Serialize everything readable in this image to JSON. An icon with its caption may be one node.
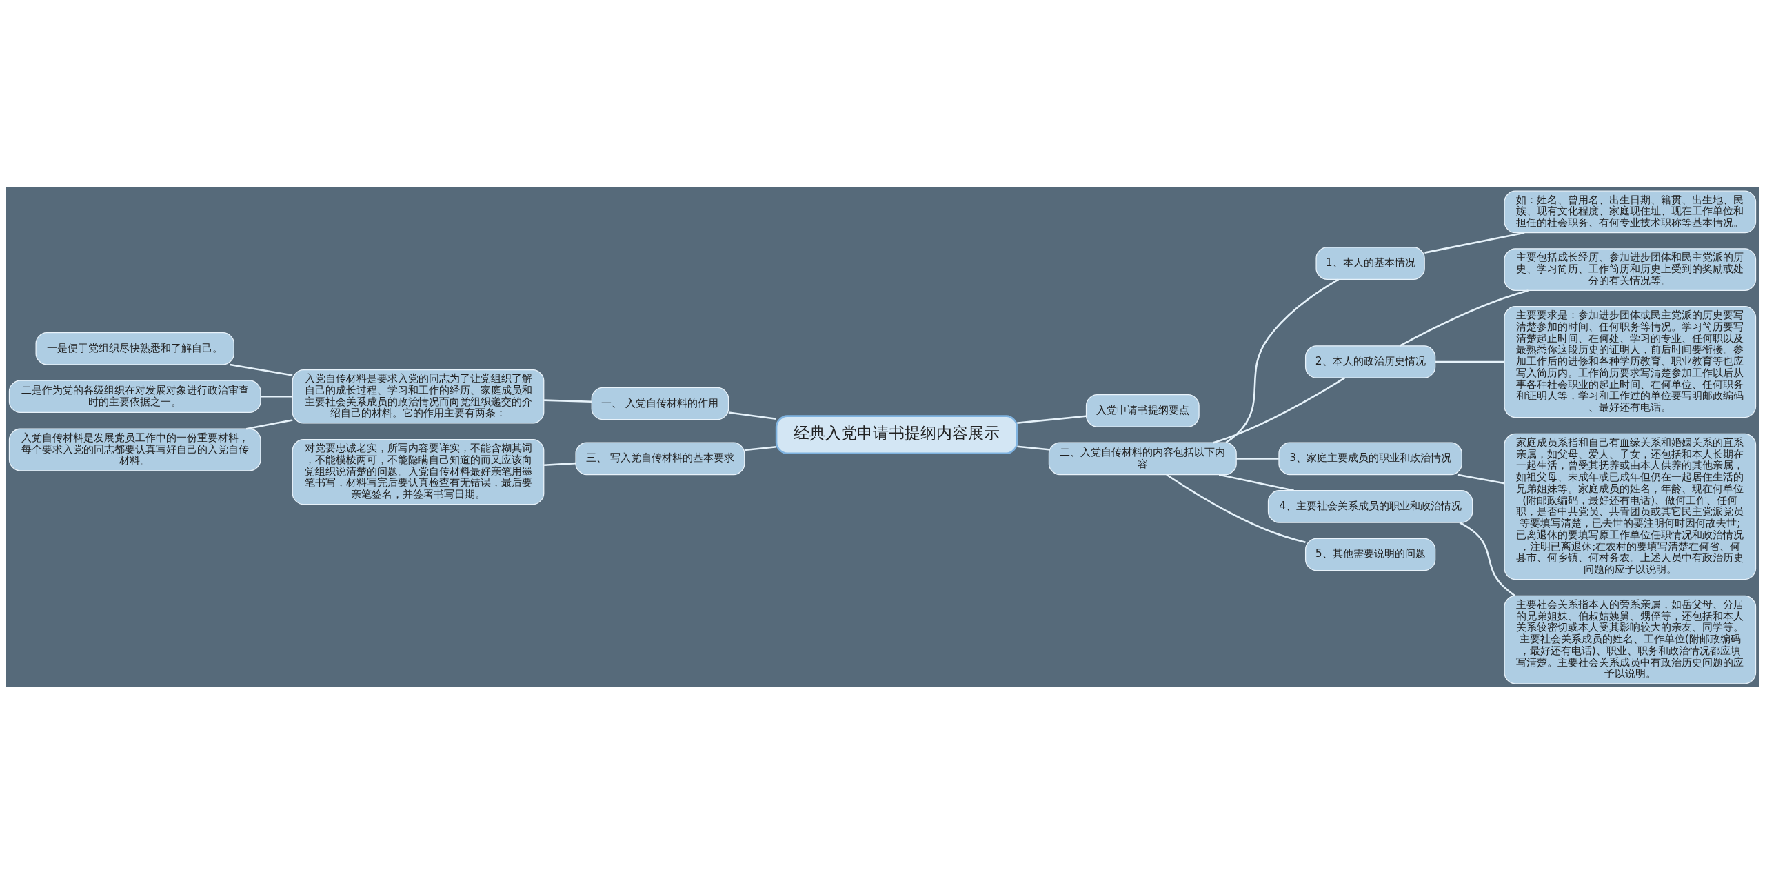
{
  "diagram": {
    "nodes": [
      {
        "text": [
          "经典入党申请书提纲内容展示"
        ]
      },
      {
        "text": [
          "入党申请书提纲要点"
        ]
      },
      {
        "text": [
          "二、入党自传材料的内容包括以下内容"
        ]
      },
      {
        "text": [
          "1、本人的基本情况"
        ]
      },
      {
        "text": [
          "如：姓名、曾用名、出生日期、籍贯、出生地、民族、现有文化程度、家庭现住址、现在工作单位和担任的社会职务、有何专业技术职称等基本情况。"
        ]
      },
      {
        "text": [
          "2、本人的政治历史情况"
        ]
      },
      {
        "text": [
          "主要包括成长经历、参加进步团体和民主党派的历史、学习简历、工作简历和历史上受到的奖励或处分的有关情况等。"
        ]
      },
      {
        "text": [
          "主要要求是：参加进步团体或民主党派的历史要写清楚参加的时间、任何职务等情况。学习简历要写清楚起止时间、在何处、学习的专业、任何职以及最熟悉你这段历史的证明人，前后时间要衔接。参加工作后的进修和各种学历教育、职业教育等也应写入简历内。工作简历要求写清楚参加工作以后从事各种社会职业的起止时间、在何单位、任何职务和证明人等，学习和工作过的单位要写明邮政编码、最好还有电话。"
        ]
      },
      {
        "text": [
          "3、家庭主要成员的职业和政治情况"
        ]
      },
      {
        "text": [
          "家庭成员系指和自己有血缘关系和婚姻关系的直系亲属，如父母、爱人、子女，还包括和本人长期在一起生活，曾受其抚养或由本人供养的其他亲属，如祖父母、未成年或已成年但仍在一起居住生活的兄弟姐妹等。家庭成员的姓名，年龄、现在何单位(附邮政编码，最好还有电话)、做何工作、任何职，是否中共党员、共青团员或其它民主党派党员等要填写清楚，已去世的要注明何时因何故去世;已离退休的要填写原工作单位任职情况和政治情况，注明已离退休;在农村的要填写清楚在何省、何县市、何乡镇、何村务农。上述人员中有政治历史问题的应予以说明。"
        ]
      },
      {
        "text": [
          "4、主要社会关系成员的职业和政治情况"
        ]
      },
      {
        "text": [
          "主要社会关系指本人的旁系亲属，如岳父母、分居的兄弟姐妹、伯叔姑姨舅、甥侄等，还包括和本人关系较密切或本人受其影响较大的亲友、同学等。主要社会关系成员的姓名、工作单位(附邮政编码，最好还有电话)、职业、职务和政治情况都应填写清楚。主要社会关系成员中有政治历史问题的应予以说明。"
        ]
      },
      {
        "text": [
          "5、其他需要说明的问题"
        ]
      },
      {
        "text": [
          "一、 入党自传材料的作用"
        ]
      },
      {
        "text": [
          "入党自传材料是要求入党的同志为了让党组织了解自己的成长过程、学习和工作的经历、家庭成员和主要社会关系成员的政治情况而向党组织递交的介绍自己的材料。它的作用主要有两条："
        ]
      },
      {
        "text": [
          "一是便于党组织尽快熟悉和了解自己。"
        ]
      },
      {
        "text": [
          "二是作为党的各级组织在对发展对象进行政治审查时的主要依据之一。"
        ]
      },
      {
        "text": [
          "入党自传材料是发展党员工作中的一份重要材料，每个要求入党的同志都要认真写好自己的入党自传材料。"
        ]
      },
      {
        "text": [
          "三、 写入党自传材料的基本要求"
        ]
      },
      {
        "text": [
          "对党要忠诚老实，所写内容要详实，不能含糊其词，不能模棱两可，不能隐瞒自己知道的而又应该向党组织说清楚的问题。入党自传材料最好亲笔用墨笔书写，材料写完后要认真检查有无错误，最后要亲笔签名，并签署书写日期。"
        ]
      }
    ],
    "edges": [
      {
        "from": 0,
        "to": 1,
        "arrow": "none"
      },
      {
        "from": 0,
        "to": 2,
        "arrow": "none"
      },
      {
        "from": 2,
        "to": 3,
        "arrow": "none"
      },
      {
        "from": 3,
        "to": 4,
        "arrow": "none"
      },
      {
        "from": 2,
        "to": 5,
        "arrow": "none"
      },
      {
        "from": 5,
        "to": 6,
        "arrow": "none"
      },
      {
        "from": 5,
        "to": 7,
        "arrow": "none"
      },
      {
        "from": 2,
        "to": 8,
        "arrow": "none"
      },
      {
        "from": 8,
        "to": 9,
        "arrow": "none"
      },
      {
        "from": 2,
        "to": 10,
        "arrow": "none"
      },
      {
        "from": 10,
        "to": 11,
        "arrow": "none"
      },
      {
        "from": 2,
        "to": 12,
        "arrow": "none"
      },
      {
        "from": 0,
        "to": 13,
        "arrow": "none"
      },
      {
        "from": 13,
        "to": 14,
        "arrow": "none"
      },
      {
        "from": 14,
        "to": 15,
        "arrow": "none"
      },
      {
        "from": 14,
        "to": 16,
        "arrow": "none"
      },
      {
        "from": 14,
        "to": 17,
        "arrow": "none"
      },
      {
        "from": 0,
        "to": 18,
        "arrow": "none"
      },
      {
        "from": 18,
        "to": 19,
        "arrow": "none"
      }
    ]
  }
}
